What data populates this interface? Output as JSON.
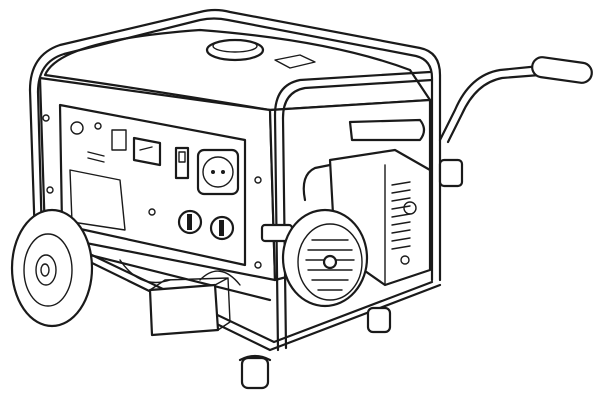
{
  "illustration": {
    "subject": "portable-generator-line-drawing",
    "colors": {
      "stroke": "#1a1a1a",
      "background": "#ffffff"
    },
    "parts": [
      "frame",
      "handle",
      "wheel",
      "control-panel",
      "outlets",
      "fuel-tank",
      "engine",
      "recoil-starter",
      "air-filter",
      "battery",
      "feet"
    ]
  }
}
